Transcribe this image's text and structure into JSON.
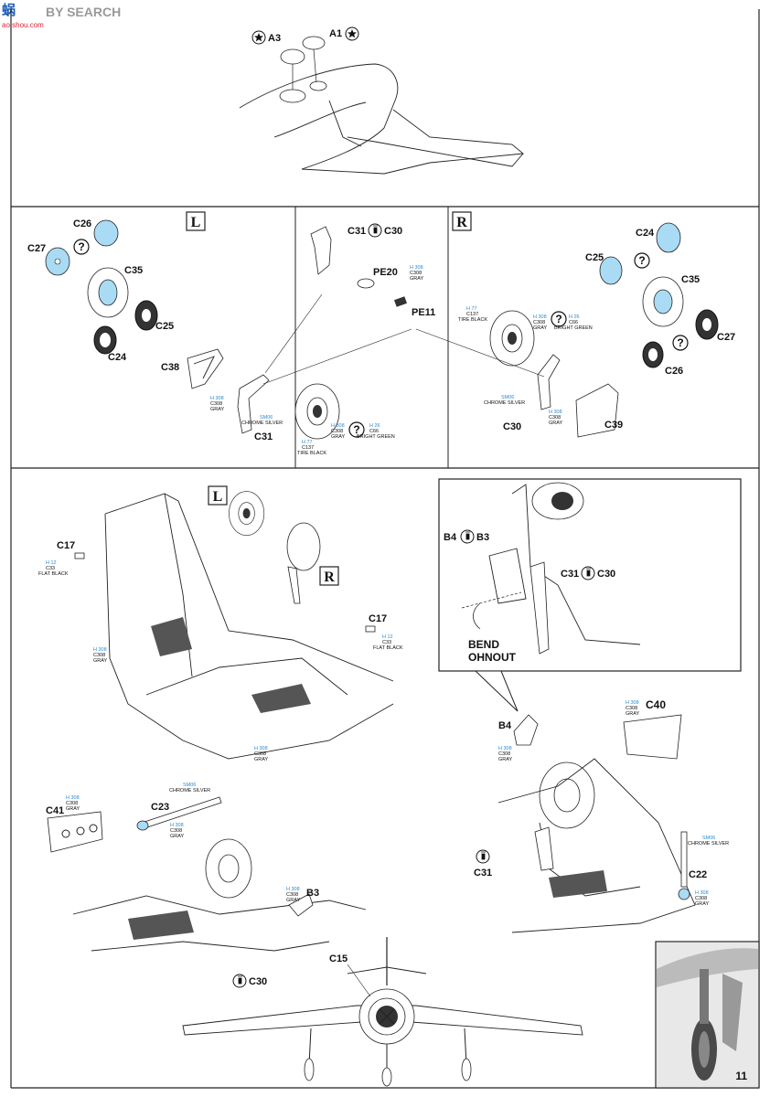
{
  "watermark": {
    "brand_cn": "蜗",
    "brand": "BY SEARCH",
    "site": "ao.shou.com"
  },
  "page_number": "11",
  "side_labels": {
    "left": "L",
    "right": "R"
  },
  "parts": {
    "A3": "A3",
    "A1": "A1",
    "C26": "C26",
    "C27": "C27",
    "C35": "C35",
    "C25": "C25",
    "C24": "C24",
    "C38": "C38",
    "C31": "C31",
    "C30": "C30",
    "PE20": "PE20",
    "PE11": "PE11",
    "C39": "C39",
    "C17": "C17",
    "B4": "B4",
    "B3": "B3",
    "C40": "C40",
    "C41": "C41",
    "C23": "C23",
    "C22": "C22",
    "C15": "C15"
  },
  "colors": {
    "H308": "H 308",
    "C308": "C308",
    "GRAY": "GRAY",
    "H77": "H 77",
    "C137": "C137",
    "TIRE_BLACK": "TIRE BLACK",
    "H26": "H 26",
    "C66": "C66",
    "BRIGHT_GREEN": "BRIGHT GREEN",
    "SM06": "SM06",
    "CHROME_SILVER": "CHROME SILVER",
    "H12": "H 12",
    "C33": "C33",
    "FLAT_BLACK": "FLAT BLACK"
  },
  "instructions": {
    "bend_line1": "BEND",
    "bend_line2": "OHNOUT"
  },
  "icon_names": [
    "star-icon",
    "question-icon",
    "glue-icon"
  ]
}
